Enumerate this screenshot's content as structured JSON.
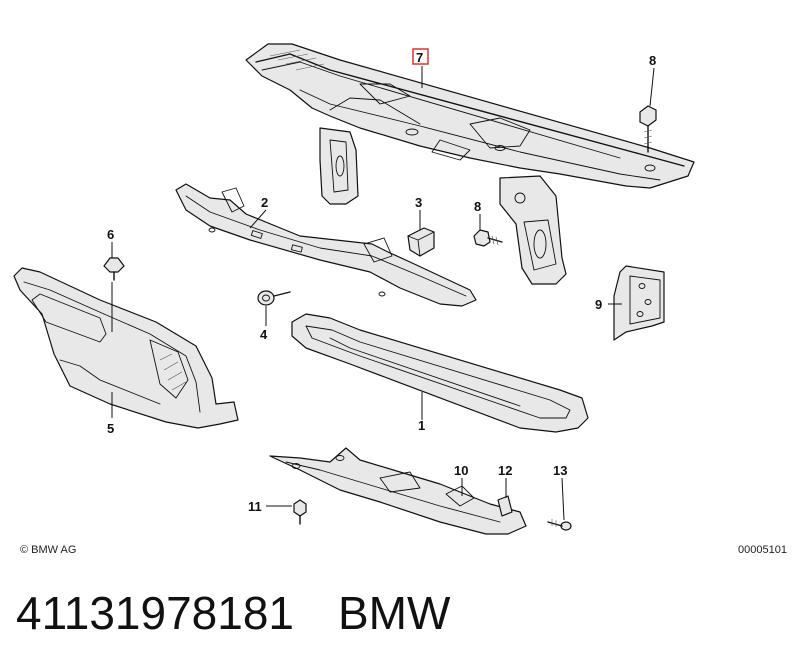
{
  "callouts": {
    "c1": "1",
    "c2": "2",
    "c3": "3",
    "c4": "4",
    "c5": "5",
    "c6": "6",
    "c7": "7",
    "c8a": "8",
    "c8b": "8",
    "c9": "9",
    "c10": "10",
    "c11": "11",
    "c12": "12",
    "c13": "13"
  },
  "highlight_color": "#e0342b",
  "copyright": "© BMW AG",
  "drawing_id": "00005101",
  "caption": {
    "part_number": "41131978181",
    "brand": "BMW"
  }
}
